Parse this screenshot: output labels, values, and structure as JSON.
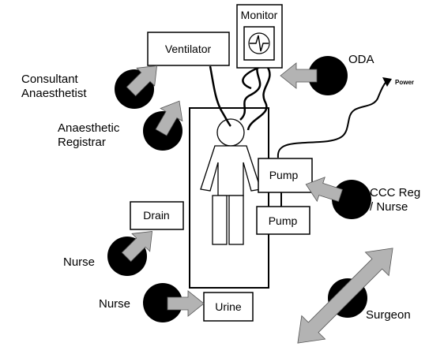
{
  "equipment": {
    "monitor": "Monitor",
    "ventilator": "Ventilator",
    "pump_upper": "Pump",
    "pump_lower": "Pump",
    "drain": "Drain",
    "urine": "Urine",
    "power": "Power"
  },
  "staff": {
    "consultant_line1": "Consultant",
    "consultant_line2": "Anaesthetist",
    "registrar_line1": "Anaesthetic",
    "registrar_line2": "Registrar",
    "oda": "ODA",
    "ccc_line1": "CCC Reg",
    "ccc_line2": "/ Nurse",
    "nurse_drain": "Nurse",
    "nurse_urine": "Nurse",
    "surgeon": "Surgeon"
  },
  "colors": {
    "arrow_fill": "#b3b3b3",
    "arrow_stroke": "#555555",
    "person_fill": "#000000",
    "line": "#000000"
  },
  "icons": {
    "person": "filled-circle",
    "monitor_screen": "waveform-icon",
    "arrow": "block-arrow"
  }
}
